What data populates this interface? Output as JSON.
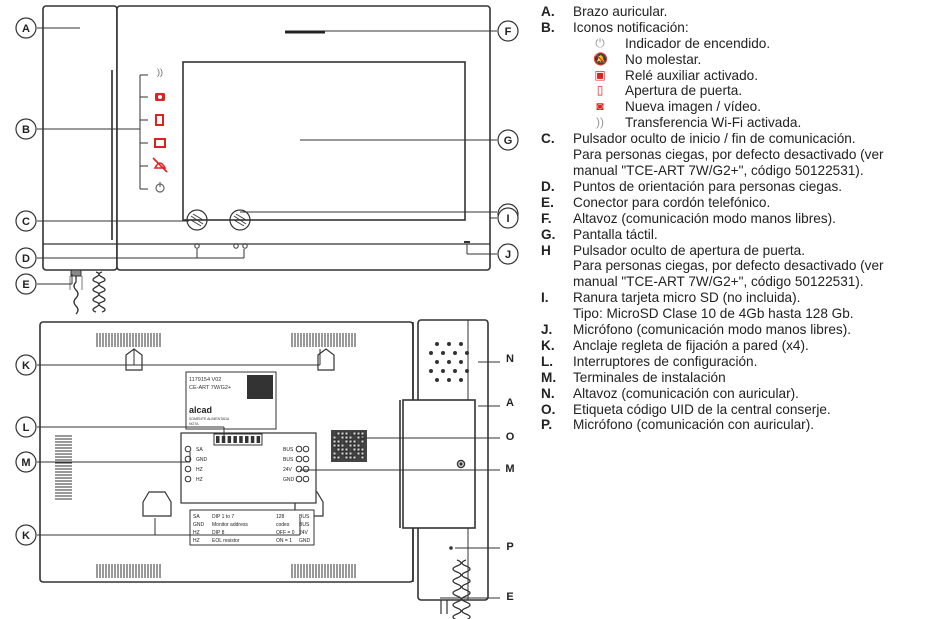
{
  "callouts": {
    "A": "A",
    "B": "B",
    "C": "C",
    "D": "D",
    "E": "E",
    "F": "F",
    "G": "G",
    "H": "H",
    "I": "I",
    "J": "J",
    "K": "K",
    "L": "L",
    "M": "M",
    "N": "N",
    "O": "O",
    "P": "P"
  },
  "back_label": {
    "lines": [
      "1179154 V02",
      "CE-ART 7W/G2+"
    ],
    "brand": "alcad",
    "small1": "SOMENTE ALIMENTADA",
    "small2": "NOTA"
  },
  "terminal_table": {
    "rows": [
      {
        "left": "SA",
        "mid": "DIP 1 to 7",
        "right_top": "128",
        "right_bot": "BUS"
      },
      {
        "left": "GND",
        "mid": "Monitor address",
        "right_top": "codes",
        "right_bot": "BUS"
      },
      {
        "left": "HZ",
        "mid": "DIP 8",
        "right_top": "OFF = 0",
        "right_bot": "24V"
      },
      {
        "left": "HZ",
        "mid": "EOL resistor",
        "right_top": "ON = 1",
        "right_bot": "GND"
      }
    ]
  },
  "terminals": {
    "left": [
      "SA",
      "GND",
      "HZ",
      "HZ"
    ],
    "right": [
      "BUS",
      "BUS",
      "24V",
      "GND"
    ]
  },
  "legend": {
    "items": [
      {
        "key": "A.",
        "text": "Brazo auricular."
      },
      {
        "key": "B.",
        "text": "Iconos notificación:"
      }
    ],
    "icons": [
      {
        "icon": "power-icon",
        "text": "Indicador de encendido."
      },
      {
        "icon": "bell-off-icon",
        "text": "No molestar."
      },
      {
        "icon": "relay-icon",
        "text": "Relé auxiliar activado."
      },
      {
        "icon": "door-icon",
        "text": "Apertura de puerta."
      },
      {
        "icon": "camera-icon",
        "text": "Nueva imagen / vídeo."
      },
      {
        "icon": "wifi-icon",
        "text": "Transferencia Wi-Fi activada."
      }
    ],
    "rest": [
      {
        "key": "C.",
        "lines": [
          "Pulsador oculto de inicio / fin de comunicación.",
          "Para personas ciegas, por defecto desactivado (ver",
          "manual \"TCE-ART 7W/G2+\", código 50122531)."
        ]
      },
      {
        "key": "D.",
        "lines": [
          "Puntos de orientación para personas ciegas."
        ]
      },
      {
        "key": "E.",
        "lines": [
          "Conector para cordón telefónico."
        ]
      },
      {
        "key": "F.",
        "lines": [
          "Altavoz (comunicación modo manos libres)."
        ]
      },
      {
        "key": "G.",
        "lines": [
          "Pantalla táctil."
        ]
      },
      {
        "key": "H",
        "lines": [
          "Pulsador oculto de apertura de puerta.",
          "Para personas ciegas, por defecto desactivado (ver",
          "manual \"TCE-ART 7W/G2+\", código 50122531)."
        ]
      },
      {
        "key": "I.",
        "lines": [
          "Ranura tarjeta micro SD (no incluida).",
          "Tipo: MicroSD Clase 10 de 4Gb hasta 128 Gb."
        ]
      },
      {
        "key": "J.",
        "lines": [
          "Micrófono (comunicación modo manos libres)."
        ]
      },
      {
        "key": "K.",
        "lines": [
          "Anclaje regleta de fijación a pared (x4)."
        ]
      },
      {
        "key": "L.",
        "lines": [
          "Interruptores de configuración."
        ]
      },
      {
        "key": "M.",
        "lines": [
          "Terminales de instalación"
        ]
      },
      {
        "key": "N.",
        "lines": [
          "Altavoz (comunicación con auricular)."
        ]
      },
      {
        "key": "O.",
        "lines": [
          "Etiqueta código UID de la central conserje."
        ]
      },
      {
        "key": "P.",
        "lines": [
          "Micrófono (comunicación con auricular)."
        ]
      }
    ]
  }
}
